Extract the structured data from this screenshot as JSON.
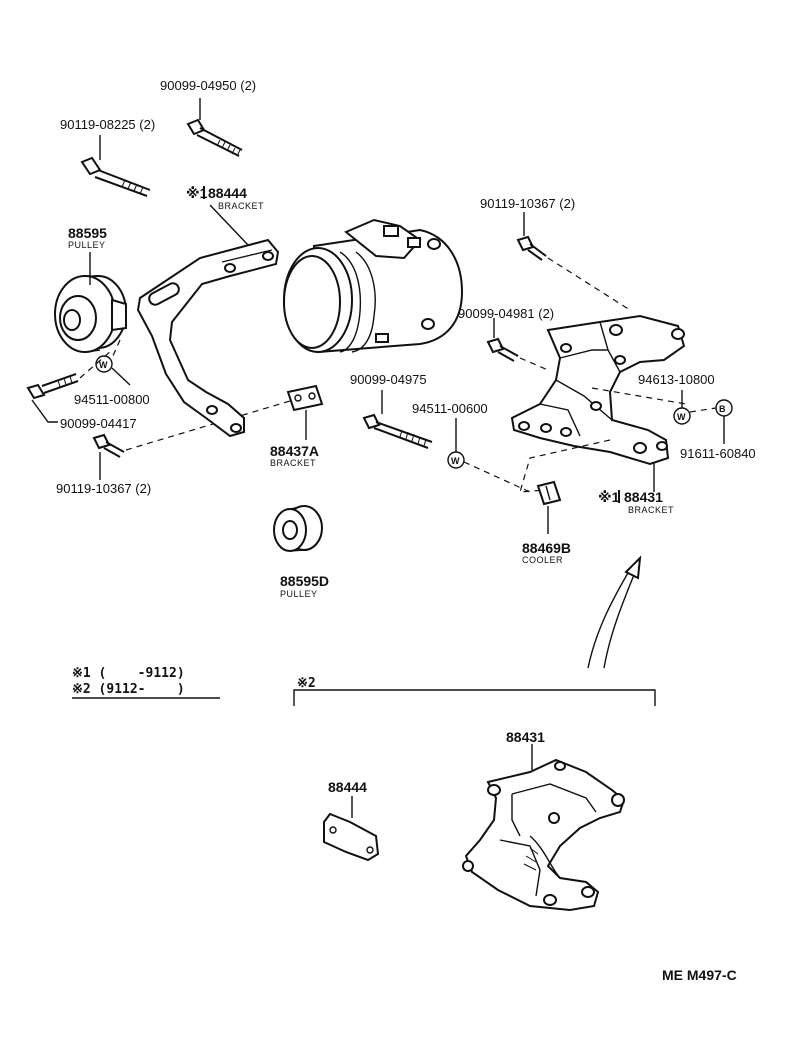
{
  "parts": {
    "bolt_top": "90099-04950 (2)",
    "bolt_left_top": "90119-08225 (2)",
    "bracket_1_code": "※1",
    "bracket_1_num": "88444",
    "bracket_1_label": "BRACKET",
    "pulley_num": "88595",
    "pulley_label": "PULLEY",
    "washer_left": "94511-00800",
    "bolt_left_mid": "90099-04417",
    "bolt_left_bottom": "90119-10367 (2)",
    "spacer_num": "88437A",
    "spacer_label": "BRACKET",
    "pulley_d_num": "88595D",
    "pulley_d_label": "PULLEY",
    "bolt_right_top": "90119-10367 (2)",
    "bolt_right_mid": "90099-04981 (2)",
    "bolt_center": "90099-04975",
    "washer_center": "94511-00600",
    "washer_right": "94613-10800",
    "nut_right": "91611-60840",
    "bracket_2_code": "※1",
    "bracket_2_num": "88431",
    "bracket_2_label": "BRACKET",
    "cooler_num": "88469B",
    "cooler_label": "COOLER",
    "alt_bracket_large": "88431",
    "alt_bracket_small": "88444"
  },
  "symbols": {
    "washer": "W",
    "nut": "B"
  },
  "legend": {
    "line1": "※1 (    -9112)",
    "line2": "※2 (9112-    )",
    "group_tag": "※2"
  },
  "footer": {
    "code": "ME M497-C"
  }
}
